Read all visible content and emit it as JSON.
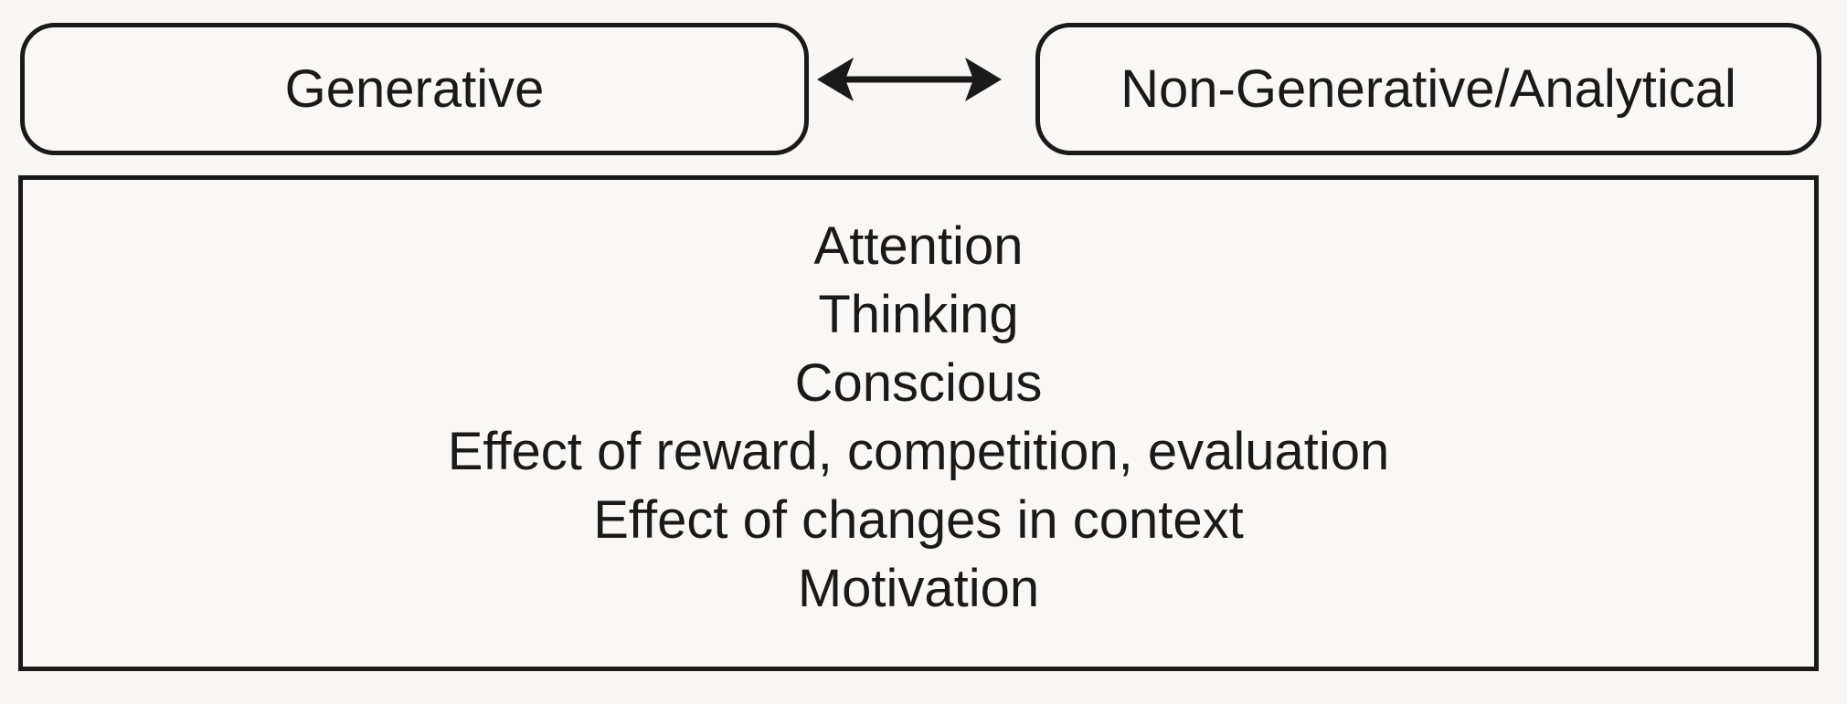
{
  "page": {
    "background_color": "#f8f7f4",
    "line_color": "#1a1a1a"
  },
  "top_row": {
    "left_box_label": "Generative",
    "right_box_label": "Non-Generative/Analytical",
    "connector_icon": "double-headed-arrow"
  },
  "main_box": {
    "items": [
      "Attention",
      "Thinking",
      "Conscious",
      "Effect of reward, competition, evaluation",
      "Effect of changes in context",
      "Motivation"
    ]
  }
}
